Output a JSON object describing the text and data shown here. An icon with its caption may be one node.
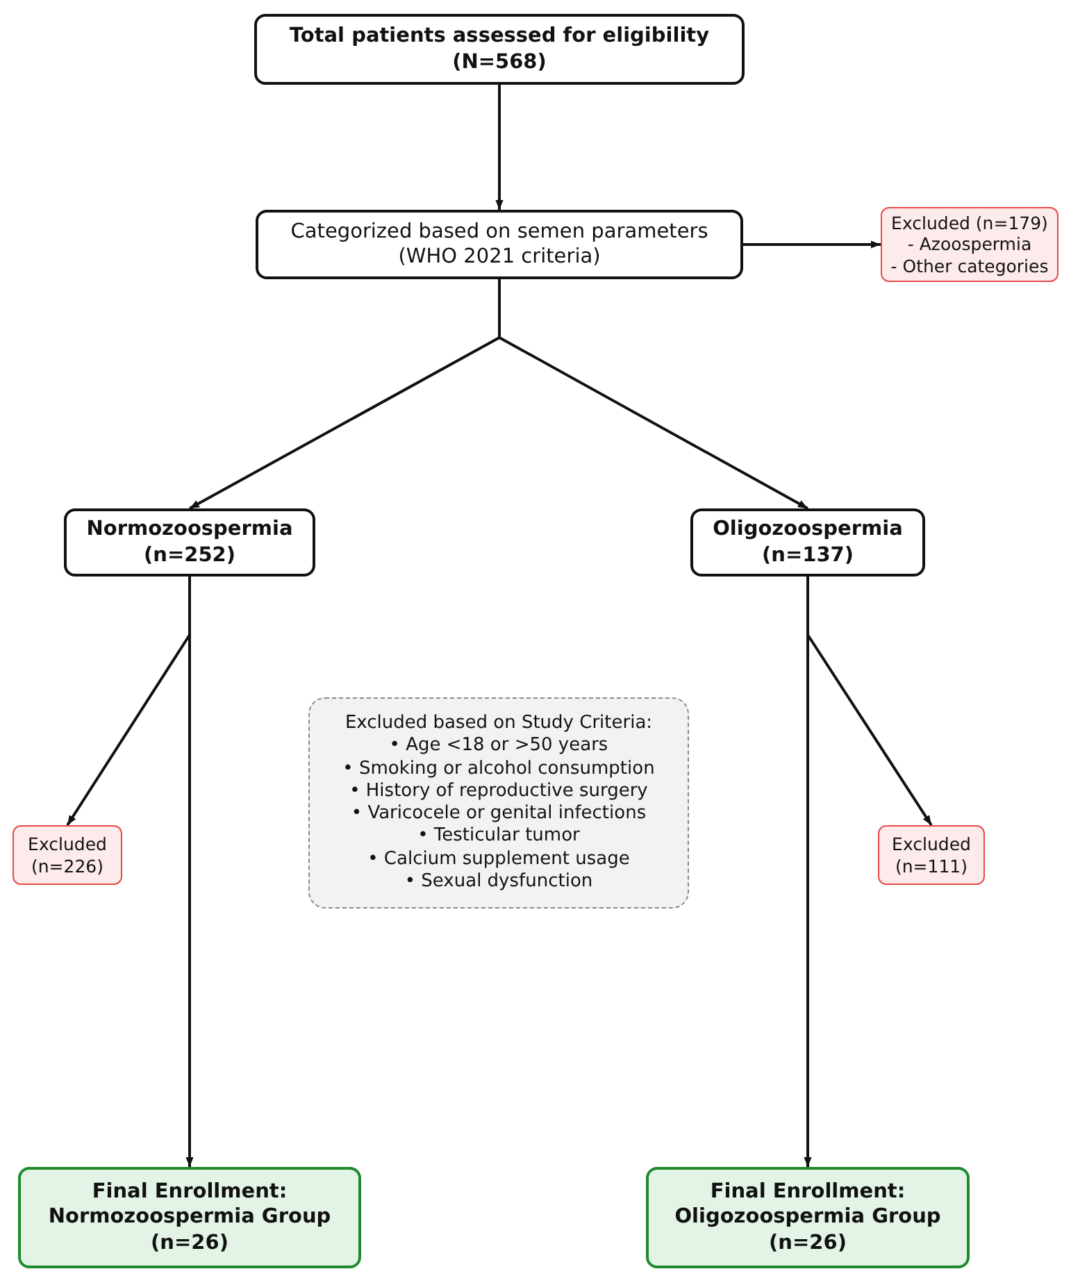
{
  "diagram": {
    "nodes": [
      {
        "text": [
          "Total patients assessed for eligibility (N=568)"
        ]
      },
      {
        "text": [
          "Categorized based on semen parameters (WHO 2021 criteria)"
        ]
      },
      {
        "text": [
          "Excluded (n=179)",
          "- Azoospermia",
          "- Other categories"
        ]
      },
      {
        "text": [
          "Normozoospermia (n=252)"
        ]
      },
      {
        "text": [
          "Oligozoospermia (n=137)"
        ]
      },
      {
        "text": [
          "Excluded (n=226)"
        ]
      },
      {
        "text": [
          "Excluded based on Study Criteria:",
          "• Age <18 or >50 years",
          "• Smoking or alcohol consumption",
          "• History of reproductive surgery",
          "• Varicocele or genital infections",
          "• Testicular tumor",
          "• Calcium supplement usage",
          "• Sexual dysfunction"
        ]
      },
      {
        "text": [
          "Excluded (n=111)"
        ]
      },
      {
        "text": [
          "Final Enrollment: Normozoospermia Group (n=26)"
        ]
      },
      {
        "text": [
          "Final Enrollment: Oligozoospermia Group (n=26)"
        ]
      }
    ],
    "edges": [
      {
        "from": 0,
        "to": 1,
        "arrow": "to"
      },
      {
        "from": 1,
        "to": 2,
        "arrow": "to"
      },
      {
        "from": 1,
        "to": 3,
        "arrow": "to"
      },
      {
        "from": 1,
        "to": 4,
        "arrow": "to"
      },
      {
        "from": 3,
        "to": 5,
        "arrow": "to"
      },
      {
        "from": 3,
        "to": 8,
        "arrow": "to"
      },
      {
        "from": 4,
        "to": 7,
        "arrow": "to"
      },
      {
        "from": 4,
        "to": 9,
        "arrow": "to"
      }
    ]
  }
}
